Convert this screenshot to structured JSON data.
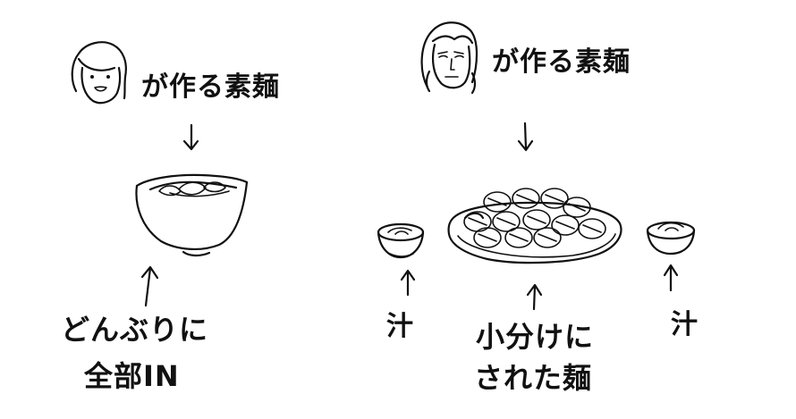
{
  "left": {
    "heading": "が作る素麺",
    "bottom_line1": "どんぶりに",
    "bottom_line2": "全部IN"
  },
  "right": {
    "heading": "が作る素麺",
    "soup_left": "汁",
    "center_line1": "小分けに",
    "center_line2": "された麺",
    "soup_right": "汁"
  }
}
